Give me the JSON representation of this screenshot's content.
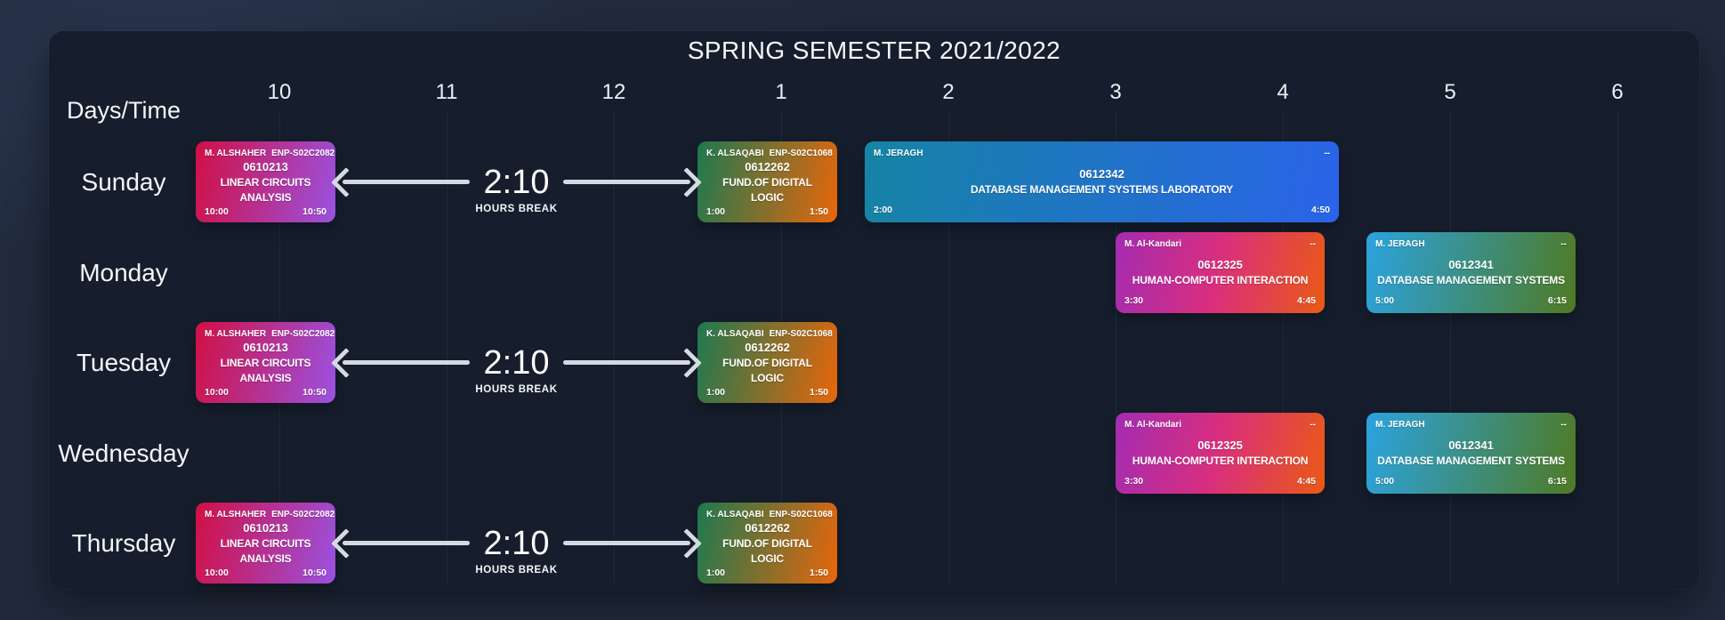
{
  "header": {
    "title": "SPRING SEMESTER 2021/2022",
    "corner_label": "Days/Time",
    "time_labels": [
      "10",
      "11",
      "12",
      "1",
      "2",
      "3",
      "4",
      "5",
      "6"
    ]
  },
  "days": [
    "Sunday",
    "Monday",
    "Tuesday",
    "Wednesday",
    "Thursday"
  ],
  "theme": {
    "page_bg": "#222b3e",
    "panel_bg": "#161e2d",
    "text": "#f1f3f7",
    "grid_line_alpha": "rgba(255,255,255,0.05)",
    "arrow_color": "#d5dae2"
  },
  "events": [
    {
      "day": "Sunday",
      "instructor": "M. ALSHAHER",
      "section": "ENP-S02C2082",
      "course_number": "0610213",
      "course_name": "LINEAR CIRCUITS ANALYSIS",
      "start": "10:00",
      "end": "10:50",
      "gradient": [
        "#d11045",
        "#9a52e0"
      ]
    },
    {
      "day": "Sunday",
      "instructor": "K. ALSAQABI",
      "section": "ENP-S02C1068",
      "course_number": "0612262",
      "course_name": "FUND.OF DIGITAL LOGIC",
      "start": "1:00",
      "end": "1:50",
      "gradient": [
        "#1d7950",
        "#e8660b"
      ]
    },
    {
      "day": "Sunday",
      "instructor": "M. JERAGH",
      "section": "--",
      "course_number": "0612342",
      "course_name": "DATABASE MANAGEMENT SYSTEMS LABORATORY",
      "start": "2:00",
      "end": "4:50",
      "gradient": [
        "#1684a4",
        "#2a63e9"
      ]
    },
    {
      "day": "Monday",
      "instructor": "M. Al-Kandari",
      "section": "--",
      "course_number": "0612325",
      "course_name": "HUMAN-COMPUTER INTERACTION",
      "start": "3:30",
      "end": "4:45",
      "gradient": [
        "#a32cb2",
        "#d92e7e 48%",
        "#ea5a14"
      ]
    },
    {
      "day": "Monday",
      "instructor": "M. JERAGH",
      "section": "--",
      "course_number": "0612341",
      "course_name": "DATABASE MANAGEMENT SYSTEMS",
      "start": "5:00",
      "end": "6:15",
      "gradient": [
        "#2ba3df",
        "#4f7a23"
      ]
    },
    {
      "day": "Tuesday",
      "instructor": "M. ALSHAHER",
      "section": "ENP-S02C2082",
      "course_number": "0610213",
      "course_name": "LINEAR CIRCUITS ANALYSIS",
      "start": "10:00",
      "end": "10:50",
      "gradient": [
        "#d11045",
        "#9a52e0"
      ]
    },
    {
      "day": "Tuesday",
      "instructor": "K. ALSAQABI",
      "section": "ENP-S02C1068",
      "course_number": "0612262",
      "course_name": "FUND.OF DIGITAL LOGIC",
      "start": "1:00",
      "end": "1:50",
      "gradient": [
        "#1d7950",
        "#e8660b"
      ]
    },
    {
      "day": "Wednesday",
      "instructor": "M. Al-Kandari",
      "section": "--",
      "course_number": "0612325",
      "course_name": "HUMAN-COMPUTER INTERACTION",
      "start": "3:30",
      "end": "4:45",
      "gradient": [
        "#a32cb2",
        "#d92e7e 48%",
        "#ea5a14"
      ]
    },
    {
      "day": "Wednesday",
      "instructor": "M. JERAGH",
      "section": "--",
      "course_number": "0612341",
      "course_name": "DATABASE MANAGEMENT SYSTEMS",
      "start": "5:00",
      "end": "6:15",
      "gradient": [
        "#2ba3df",
        "#4f7a23"
      ]
    },
    {
      "day": "Thursday",
      "instructor": "M. ALSHAHER",
      "section": "ENP-S02C2082",
      "course_number": "0610213",
      "course_name": "LINEAR CIRCUITS ANALYSIS",
      "start": "10:00",
      "end": "10:50",
      "gradient": [
        "#d11045",
        "#9a52e0"
      ]
    },
    {
      "day": "Thursday",
      "instructor": "K. ALSAQABI",
      "section": "ENP-S02C1068",
      "course_number": "0612262",
      "course_name": "FUND.OF DIGITAL LOGIC",
      "start": "1:00",
      "end": "1:50",
      "gradient": [
        "#1d7950",
        "#e8660b"
      ]
    }
  ],
  "breaks": [
    {
      "day": "Sunday",
      "duration": "2:10",
      "label": "HOURS BREAK",
      "from": "10:50",
      "to": "1:00"
    },
    {
      "day": "Tuesday",
      "duration": "2:10",
      "label": "HOURS BREAK",
      "from": "10:50",
      "to": "1:00"
    },
    {
      "day": "Thursday",
      "duration": "2:10",
      "label": "HOURS BREAK",
      "from": "10:50",
      "to": "1:00"
    }
  ]
}
